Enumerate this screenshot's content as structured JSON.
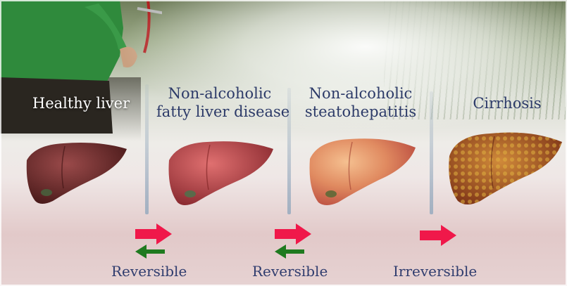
{
  "stages": [
    {
      "label_lines": [
        "Healthy liver"
      ]
    },
    {
      "label_lines": [
        "Non-alcoholic",
        "fatty liver disease"
      ]
    },
    {
      "label_lines": [
        "Non-alcoholic",
        "steatohepatitis"
      ]
    },
    {
      "label_lines": [
        "Cirrhosis"
      ]
    }
  ],
  "transitions": [
    {
      "status": "Reversible"
    },
    {
      "status": "Reversible"
    },
    {
      "status": "Irreversible"
    }
  ],
  "colors": {
    "label_text": "#2c3a68",
    "forward_arrow": "#f0184a",
    "backward_arrow": "#1f7a1f",
    "liver_healthy": "#6b2a2a",
    "liver_fatty": "#b9444a",
    "liver_nash": "#d88560",
    "liver_cirrhosis": "#a24a1e"
  },
  "icons": {
    "forward": "arrow-right-icon",
    "backward": "arrow-left-icon"
  }
}
